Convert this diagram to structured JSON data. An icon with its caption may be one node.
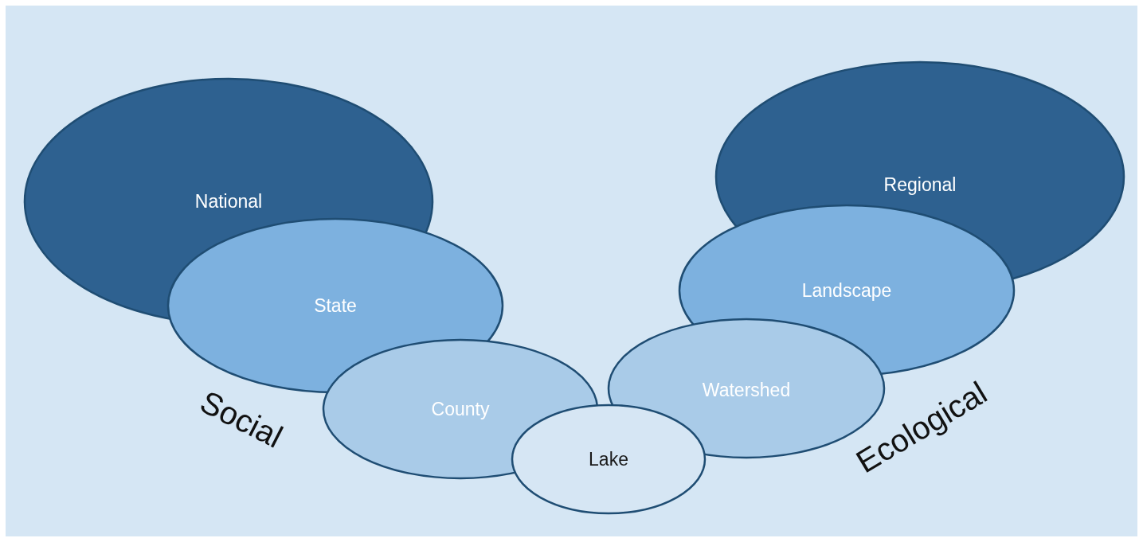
{
  "diagram": {
    "nodes": [
      {
        "text": [
          "National"
        ]
      },
      {
        "text": [
          "State"
        ]
      },
      {
        "text": [
          "County"
        ]
      },
      {
        "text": [
          "Lake"
        ]
      },
      {
        "text": [
          "Watershed"
        ]
      },
      {
        "text": [
          "Landscape"
        ]
      },
      {
        "text": [
          "Regional"
        ]
      }
    ],
    "labels": [
      "Social",
      "Ecological"
    ]
  }
}
